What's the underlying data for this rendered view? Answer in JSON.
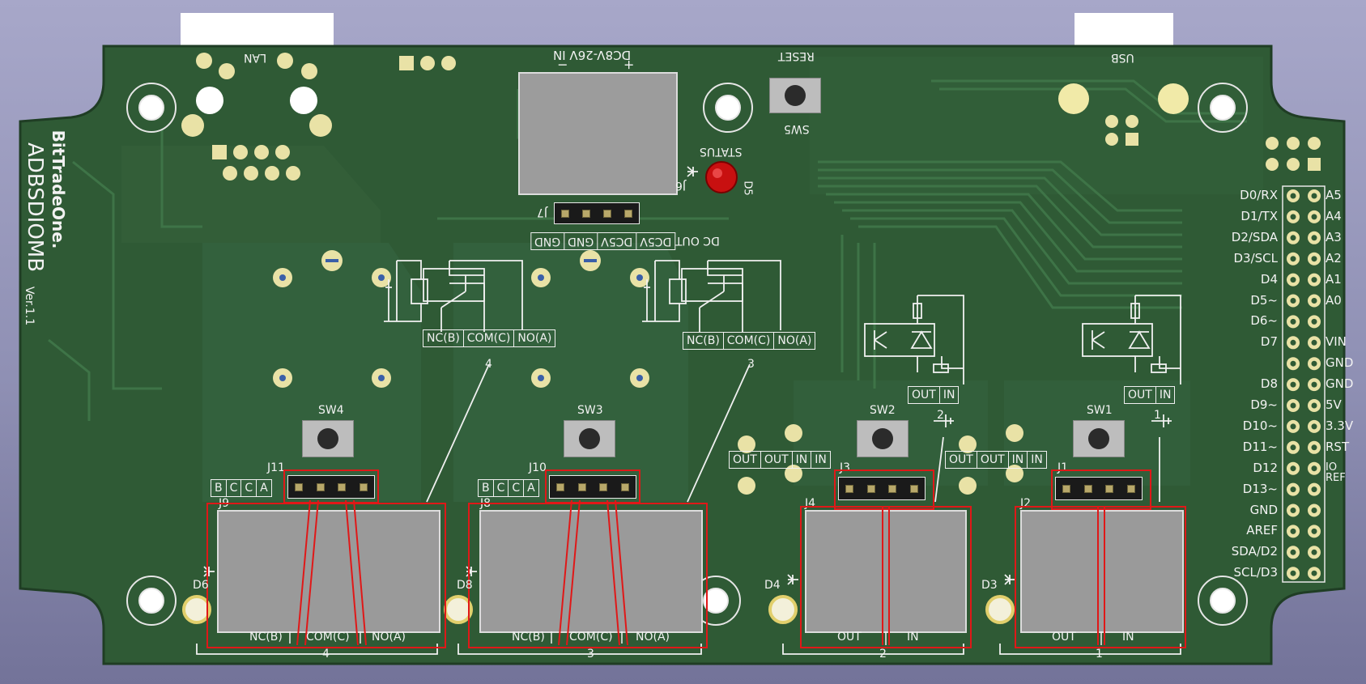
{
  "board": {
    "brand": "BitTradeOne.",
    "model": "ADBSDIOMB",
    "version": "Ver.1.1",
    "colors": {
      "pcb": "#2f5a35",
      "trace": "#3b6e43",
      "silk": "#f2f2f2",
      "pad": "#e9e2a6",
      "highlight": "#e01818",
      "led": "#c81010"
    }
  },
  "connectors": {
    "lan": "LAN",
    "usb": "USB",
    "dc_in": "DC8V-26V IN",
    "dc_in_plus": "+",
    "dc_in_minus": "−",
    "reset": "RESET",
    "sw5": "SW5",
    "status": "STATUS",
    "d5": "D5",
    "j6": "J6",
    "j7": "J7",
    "dc_out": "DC OUT",
    "dc_out_pins": [
      "DC5V",
      "DC5V",
      "GND",
      "GND"
    ]
  },
  "relays": [
    {
      "id": "4",
      "sw": "SW4",
      "hdr": "J11",
      "term": "J9",
      "led": "D6",
      "pins": [
        "NC(B)",
        "COM(C)",
        "NO(A)"
      ],
      "bcca": [
        "B",
        "C",
        "C",
        "A"
      ],
      "num": "4"
    },
    {
      "id": "3",
      "sw": "SW3",
      "hdr": "J10",
      "term": "J8",
      "led": "D8",
      "pins": [
        "NC(B)",
        "COM(C)",
        "NO(A)"
      ],
      "bcca": [
        "B",
        "C",
        "C",
        "A"
      ],
      "num": "3"
    }
  ],
  "photocouplers": [
    {
      "id": "2",
      "sw": "SW2",
      "hdr": "J3",
      "term": "J4",
      "led": "D4",
      "pins": [
        "OUT",
        "IN"
      ],
      "hdr_pins": [
        "OUT",
        "OUT",
        "IN",
        "IN"
      ],
      "num": "2"
    },
    {
      "id": "1",
      "sw": "SW1",
      "hdr": "J1",
      "term": "J2",
      "led": "D3",
      "pins": [
        "OUT",
        "IN"
      ],
      "hdr_pins": [
        "OUT",
        "OUT",
        "IN",
        "IN"
      ],
      "num": "1"
    }
  ],
  "schematic_pins": {
    "relay": [
      "NC(B)",
      "COM(C)",
      "NO(A)"
    ],
    "pc": [
      "OUT",
      "IN"
    ]
  },
  "arduino_left": [
    "D0/RX",
    "D1/TX",
    "D2/SDA",
    "D3/SCL",
    "D4",
    "D5~",
    "D6~",
    "D7",
    "",
    "D8",
    "D9~",
    "D10~",
    "D11~",
    "D12",
    "D13~",
    "GND",
    "AREF",
    "SDA/D2",
    "SCL/D3"
  ],
  "arduino_right": [
    "A5",
    "A4",
    "A3",
    "A2",
    "A1",
    "A0",
    "",
    "VIN",
    "GND",
    "GND",
    "5V",
    "3.3V",
    "RST",
    "IO REF",
    "",
    "",
    "",
    "",
    ""
  ]
}
